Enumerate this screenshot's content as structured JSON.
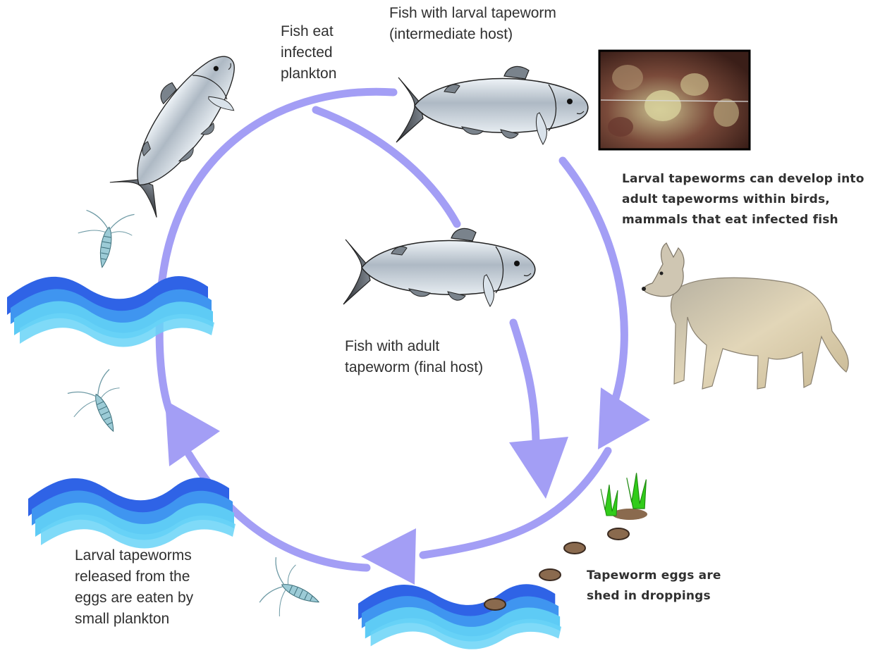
{
  "diagram": {
    "labels": {
      "fish_eat_plankton": [
        "Fish eat",
        "infected",
        "plankton"
      ],
      "intermediate_host": [
        "Fish with larval tapeworm",
        "(intermediate host)"
      ],
      "final_host": [
        "Fish with adult",
        "tapeworm (final host)"
      ],
      "larval_develop": [
        "Larval tapeworms can develop into",
        "adult tapeworms within birds,",
        "mammals that eat infected fish"
      ],
      "eggs_shed": [
        "Tapeworm eggs are",
        "shed in droppings"
      ],
      "larvae_released": [
        "Larval tapeworms",
        "released from the",
        "eggs are eaten by",
        "small plankton"
      ]
    },
    "colors": {
      "cycle_arrow": "#a39ef5",
      "fish_body": "#c3cdd6",
      "fish_tail": "#3a3d42",
      "water_dark": "#2f63e6",
      "water_light": "#5ecbf5",
      "plankton": "#8ec4cf",
      "wolf_fur": "#d8ccae",
      "dropping": "#8a6a4e",
      "grass": "#31cc1a"
    },
    "icons": [
      "fish-icon",
      "plankton-icon",
      "water-wave-icon",
      "wolf-icon",
      "tapeworm-photo",
      "grass-icon",
      "dropping-icon"
    ]
  }
}
